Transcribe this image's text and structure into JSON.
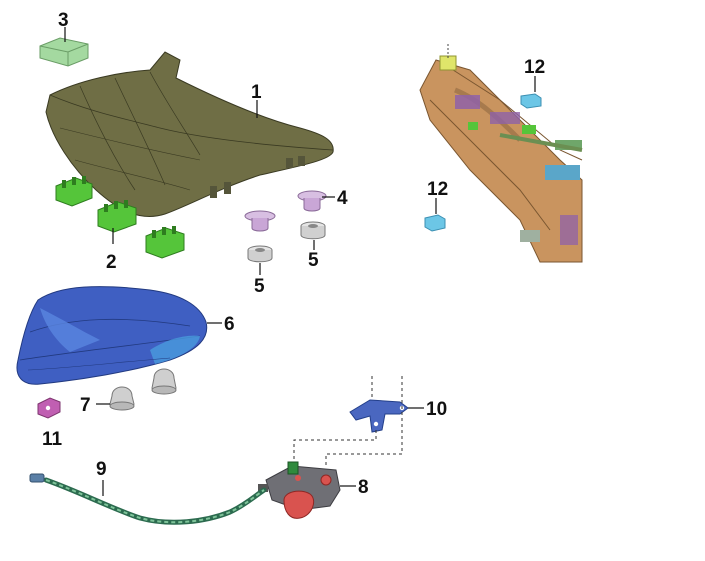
{
  "callouts": {
    "seat_front": "1",
    "bracket_clip": "2",
    "small_clip": "3",
    "bumper_upper": "4",
    "damper_left": "5",
    "damper_right": "5",
    "rear_seat": "6",
    "rubber_bumper": "7",
    "lock_assembly": "8",
    "release_cable": "9",
    "lock_bracket": "10",
    "nut_clip": "11",
    "frame_clip_upper": "12",
    "frame_clip_lower": "12"
  },
  "colors": {
    "seat_olive": "#6f6e45",
    "clip_green": "#55c53a",
    "mint": "#a4d9a0",
    "lilac": "#c9a6d6",
    "rear_seat_blue": "#3f5fc2",
    "frame_tan": "#c9945f",
    "cable_green": "#3b8a66",
    "lock_red": "#d9534f",
    "lock_grey": "#6f6f75",
    "cyan_clip": "#6cc6e6",
    "magenta_clip": "#c05fb2"
  }
}
